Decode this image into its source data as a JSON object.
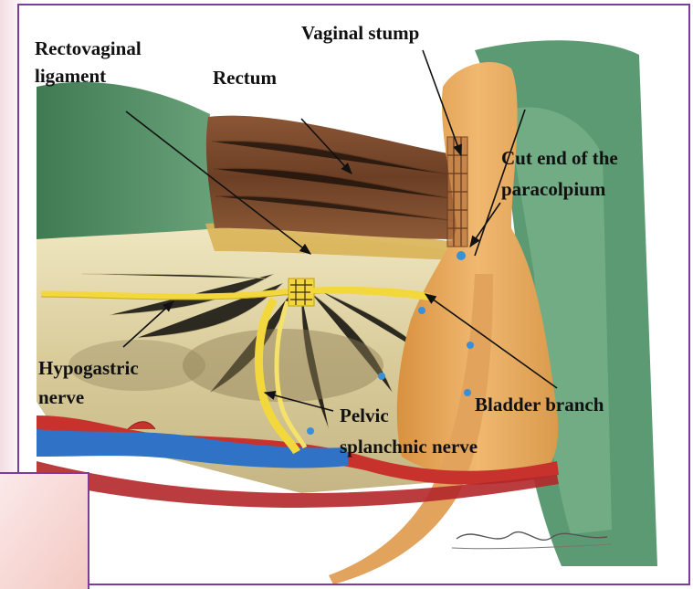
{
  "labels": {
    "rectovaginal": [
      "Rectovaginal",
      "ligament"
    ],
    "rectum": "Rectum",
    "vaginal_stump": "Vaginal stump",
    "cut_end": [
      "Cut end of the",
      "paracolpium"
    ],
    "hypogastric": [
      "Hypogastric",
      "nerve"
    ],
    "pelvic": [
      "Pelvic",
      "splanchnic nerve"
    ],
    "bladder_branch": "Bladder branch"
  },
  "colors": {
    "frame": "#7a3d9b",
    "rectum": "#7a4a2e",
    "bowel_green": "#4e8a5e",
    "nerve_yellow": "#f2d83c",
    "vein_blue": "#2f72c6",
    "artery_red": "#c8322c",
    "vagina_tan": "#e7aa62",
    "tissue_cream": "#e6dcae"
  }
}
